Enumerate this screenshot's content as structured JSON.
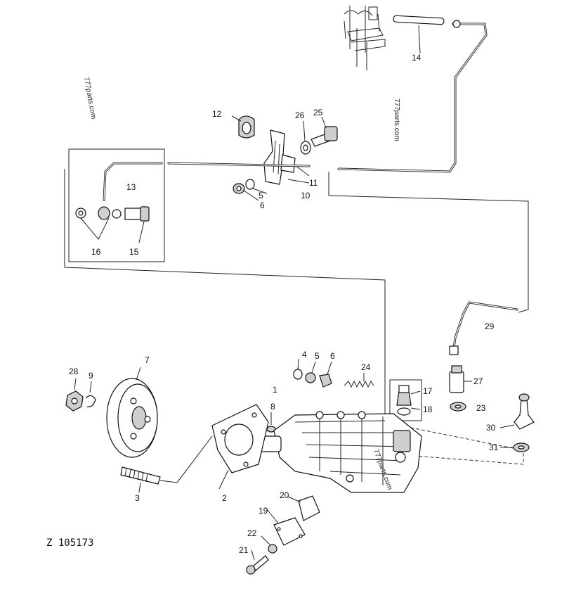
{
  "figure_id": "Z 105173",
  "watermarks": [
    "777parts.com",
    "777parts.com",
    "777parts.com"
  ],
  "callouts": [
    "2",
    "3",
    "4",
    "5",
    "5",
    "6",
    "6",
    "7",
    "8",
    "9",
    "10",
    "11",
    "12",
    "13",
    "14",
    "15",
    "16",
    "17",
    "18",
    "19",
    "20",
    "21",
    "22",
    "23",
    "24",
    "25",
    "26",
    "27",
    "28",
    "29",
    "30",
    "31",
    "1"
  ]
}
